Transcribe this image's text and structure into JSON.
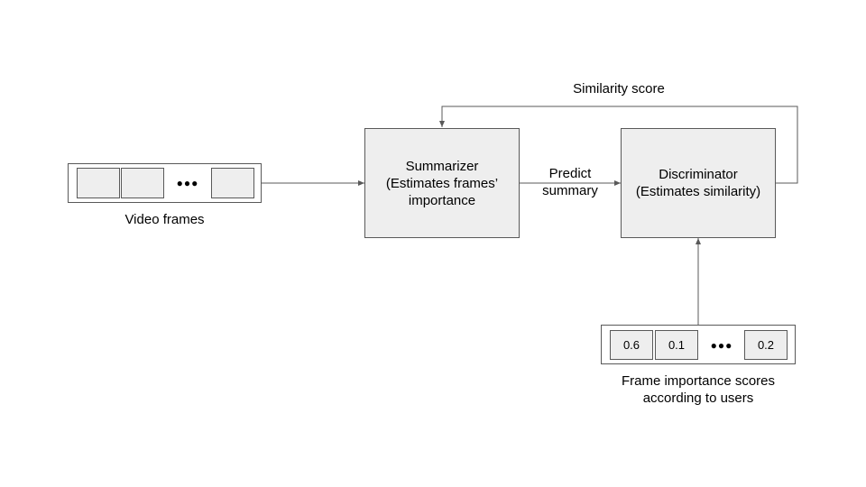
{
  "summarizer": {
    "text": "Summarizer\n(Estimates frames’\nimportance"
  },
  "discriminator": {
    "text": "Discriminator\n(Estimates similarity)"
  },
  "edge_labels": {
    "predict_summary": "Predict\nsummary",
    "similarity_score": "Similarity score"
  },
  "video_frames": {
    "caption": "Video frames",
    "ellipsis": "●●●"
  },
  "user_scores": {
    "caption": "Frame importance scores\naccording to users",
    "values": [
      "0.6",
      "0.1",
      "0.2"
    ],
    "ellipsis": "●●●"
  },
  "colors": {
    "node_fill": "#eeeeee",
    "stroke": "#595959"
  }
}
